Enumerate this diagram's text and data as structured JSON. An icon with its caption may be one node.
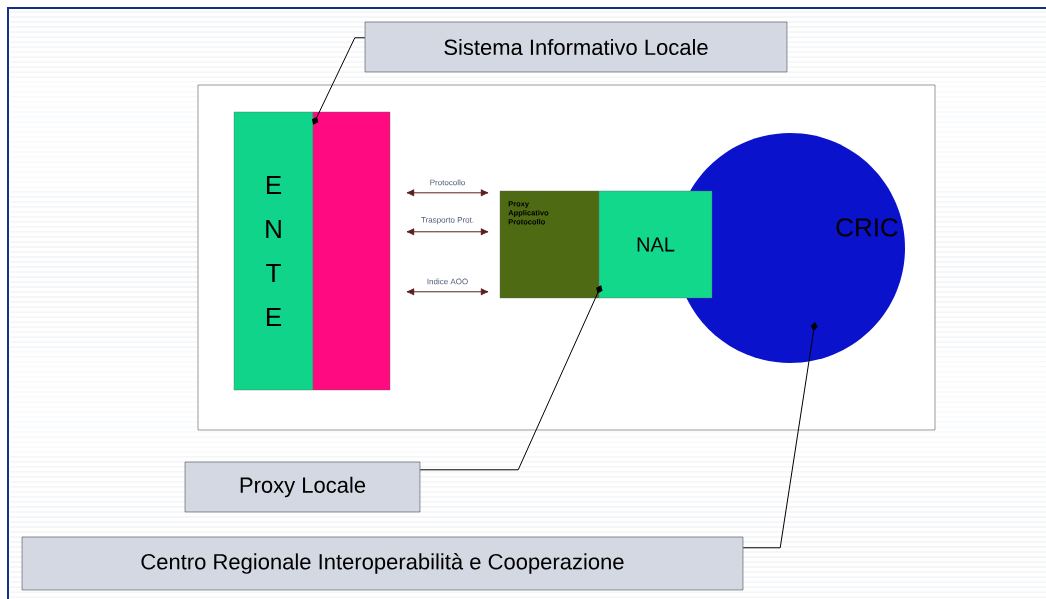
{
  "diagram": {
    "nodes": [
      {
        "text": [],
        "shape": "box"
      },
      {
        "text": [
          "Sistema Informativo Locale"
        ]
      },
      {
        "text": [
          "E N T E"
        ],
        "in": 0
      },
      {
        "text": [],
        "shape": "box",
        "in": 0
      },
      {
        "text": [
          "Proxy Applicativo Protocollo"
        ],
        "in": 0
      },
      {
        "text": [
          "NAL"
        ],
        "in": 0
      },
      {
        "text": [
          "CRIC"
        ],
        "in": 0
      },
      {
        "text": [
          "Proxy Locale"
        ]
      },
      {
        "text": [
          "Centro Regionale Interoperabilità e Cooperazione"
        ]
      }
    ],
    "edges": [
      {
        "from": 3,
        "to": 4,
        "arrow": "both",
        "label": "Protocollo"
      },
      {
        "from": 3,
        "to": 4,
        "arrow": "both",
        "label": "Trasporto Prot."
      },
      {
        "from": 3,
        "to": 4,
        "arrow": "both",
        "label": "Indice AOO"
      },
      {
        "from": 1,
        "to": 2,
        "arrow": "other"
      },
      {
        "from": 7,
        "to": 4,
        "arrow": "other"
      },
      {
        "from": 8,
        "to": 6,
        "arrow": "other"
      }
    ]
  }
}
